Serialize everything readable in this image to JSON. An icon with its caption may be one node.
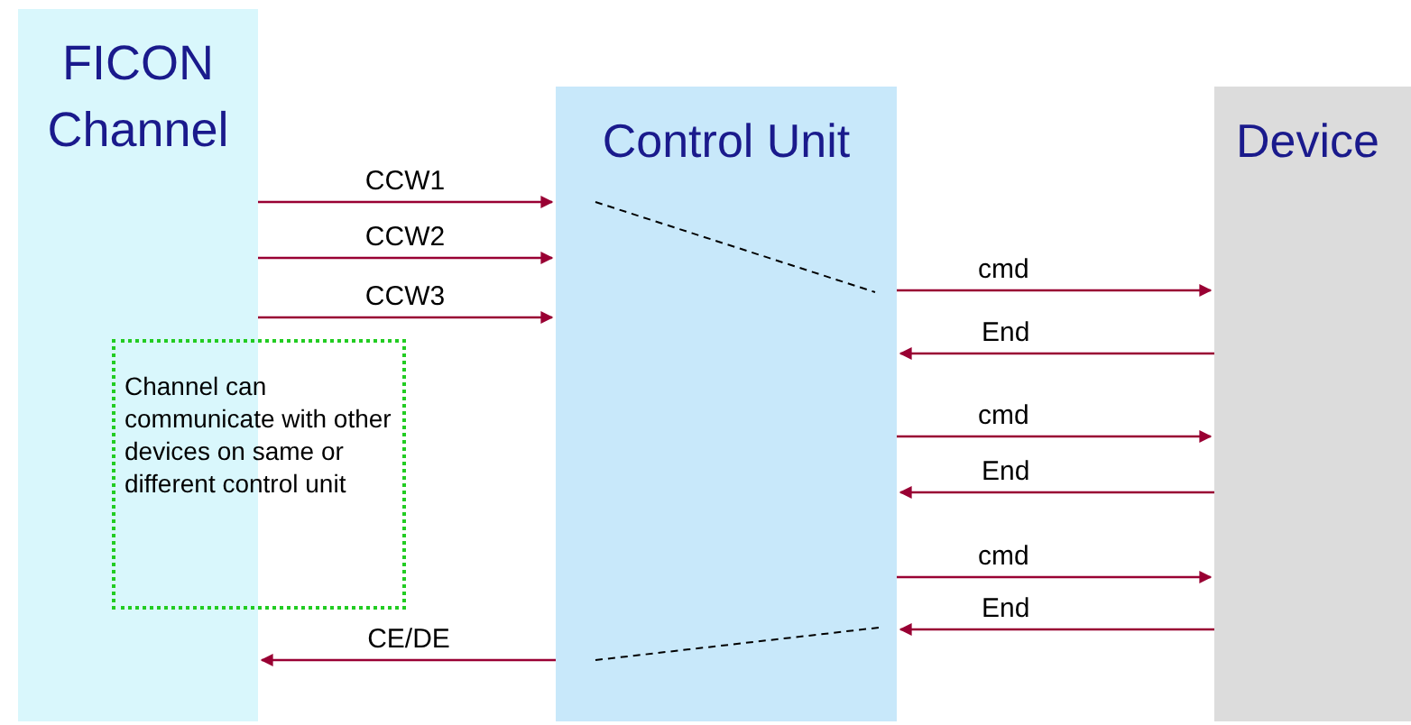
{
  "diagram": {
    "nodes": [
      {
        "text": [
          "FICON Channel"
        ]
      },
      {
        "text": [
          "Control Unit"
        ]
      },
      {
        "text": [
          "Device"
        ]
      },
      {
        "text": [
          "Channel can communicate with other devices on same or different control unit"
        ]
      }
    ],
    "edges": [
      {
        "from": 0,
        "to": 1,
        "arrow": "to",
        "label": "CCW1"
      },
      {
        "from": 0,
        "to": 1,
        "arrow": "to",
        "label": "CCW2"
      },
      {
        "from": 0,
        "to": 1,
        "arrow": "to",
        "label": "CCW3"
      },
      {
        "from": 1,
        "to": 2,
        "arrow": "to",
        "label": "cmd"
      },
      {
        "from": 2,
        "to": 1,
        "arrow": "to",
        "label": "End"
      },
      {
        "from": 1,
        "to": 2,
        "arrow": "to",
        "label": "cmd"
      },
      {
        "from": 2,
        "to": 1,
        "arrow": "to",
        "label": "End"
      },
      {
        "from": 1,
        "to": 2,
        "arrow": "to",
        "label": "cmd"
      },
      {
        "from": 2,
        "to": 1,
        "arrow": "to",
        "label": "End"
      },
      {
        "from": 1,
        "to": 0,
        "arrow": "to",
        "label": "CE/DE"
      }
    ]
  }
}
